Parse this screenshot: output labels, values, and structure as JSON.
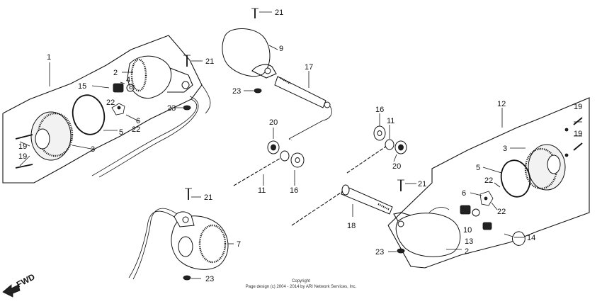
{
  "diagram": {
    "callouts": {
      "c1": "1",
      "c2a": "2",
      "c2b": "2",
      "c3a": "3",
      "c3b": "3",
      "c4": "4",
      "c5a": "5",
      "c5b": "5",
      "c6a": "6",
      "c6b": "6",
      "c7": "7",
      "c8": "8",
      "c9": "9",
      "c10": "10",
      "c11a": "11",
      "c11b": "11",
      "c12": "12",
      "c13": "13",
      "c14": "14",
      "c15": "15",
      "c16a": "16",
      "c16b": "16",
      "c17": "17",
      "c18": "18",
      "c19a": "19",
      "c19b": "19",
      "c19c": "19",
      "c19d": "19",
      "c20a": "20",
      "c20b": "20",
      "c21a": "21",
      "c21b": "21",
      "c21c": "21",
      "c21d": "21",
      "c22a": "22",
      "c22b": "22",
      "c22c": "22",
      "c22d": "22",
      "c23a": "23",
      "c23b": "23",
      "c23c": "23",
      "c23d": "23"
    },
    "fwd_label": "FWD",
    "copyright_line1": "Copyright",
    "copyright_line2": "Page design (c) 2004 - 2014 by ARI Network Services, Inc."
  }
}
